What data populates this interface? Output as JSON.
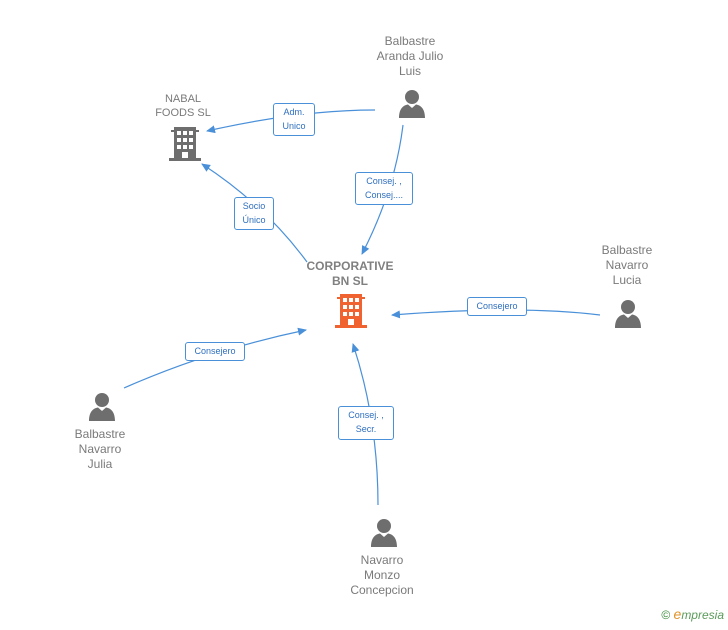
{
  "nodes": {
    "center": {
      "label": "CORPORATIVE\nBN SL",
      "icon": "building-icon",
      "color": "#f0622f"
    },
    "nabal": {
      "label": "NABAL\nFOODS SL",
      "icon": "building-icon",
      "color": "#6e6e6e"
    },
    "luis": {
      "label": "Balbastre\nAranda Julio\nLuis",
      "icon": "person-icon"
    },
    "lucia": {
      "label": "Balbastre\nNavarro\nLucia",
      "icon": "person-icon"
    },
    "julia": {
      "label": "Balbastre\nNavarro\nJulia",
      "icon": "person-icon"
    },
    "concepcion": {
      "label": "Navarro\nMonzo\nConcepcion",
      "icon": "person-icon"
    }
  },
  "edges": {
    "luis_nabal": "Adm.\nUnico",
    "luis_center": "Consej. ,\nConsej....",
    "center_nabal": "Socio\nÚnico",
    "lucia_center": "Consejero",
    "julia_center": "Consejero",
    "concepcion_center": "Consej. ,\nSecr."
  },
  "colors": {
    "edge": "#4a90d9",
    "person": "#6e6e6e",
    "company": "#6e6e6e",
    "center": "#f0622f"
  },
  "brand": {
    "copyright": "©",
    "initial": "e",
    "name": "mpresia"
  }
}
